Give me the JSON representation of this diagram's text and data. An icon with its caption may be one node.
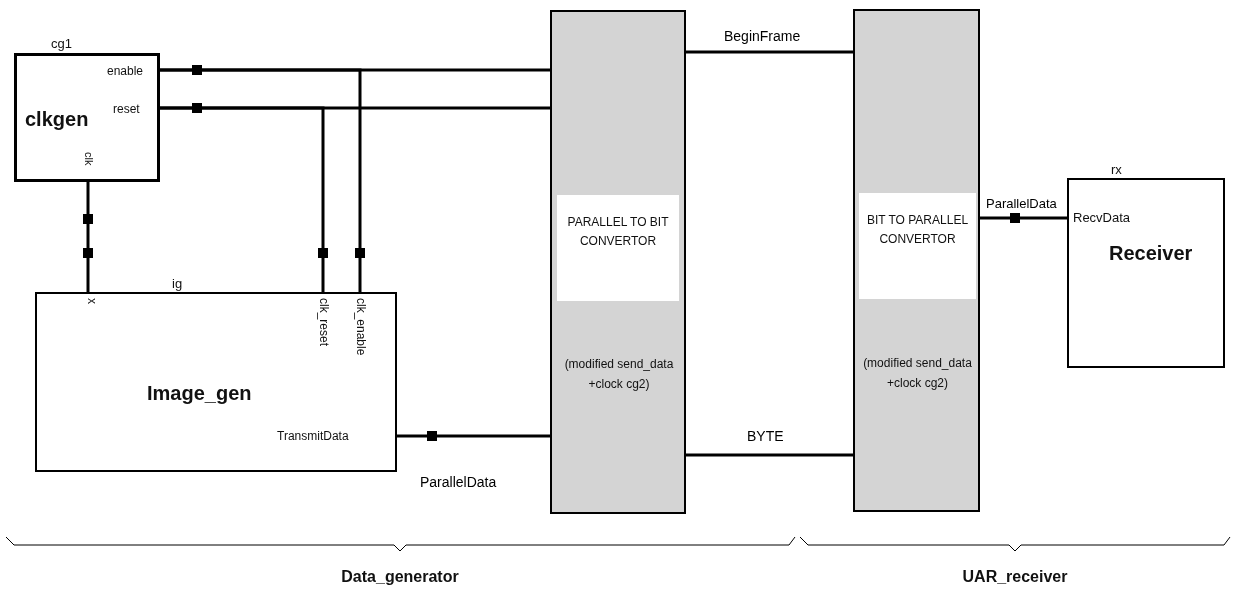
{
  "diagram": {
    "nodes": [
      {
        "text": [
          "enable",
          "reset",
          "clkgen",
          "clk"
        ],
        "beside": [
          "cg1"
        ]
      },
      {
        "text": [
          "x",
          "clk_reset",
          "clk_enable",
          "Image_gen",
          "TransmitData"
        ],
        "beside": [
          "ig"
        ]
      },
      {
        "text": [
          "PARALLEL TO BIT CONVERTOR",
          "(modified send_data +clock cg2)"
        ]
      },
      {
        "text": [
          "BIT TO PARALLEL CONVERTOR",
          "(modified send_data +clock cg2)"
        ]
      },
      {
        "text": [
          "RecvData",
          "Receiver"
        ],
        "beside": [
          "rx"
        ]
      }
    ],
    "edges": [
      {
        "from": 0,
        "to": 2,
        "arrow": "none"
      },
      {
        "from": 0,
        "to": 2,
        "arrow": "none"
      },
      {
        "from": 0,
        "to": 1,
        "arrow": "none"
      },
      {
        "from": 0,
        "to": 1,
        "arrow": "none"
      },
      {
        "from": 0,
        "to": 1,
        "arrow": "none"
      },
      {
        "from": 1,
        "to": 2,
        "arrow": "none",
        "label": "ParallelData"
      },
      {
        "from": 2,
        "to": 3,
        "arrow": "none",
        "label": "BeginFrame"
      },
      {
        "from": 2,
        "to": 3,
        "arrow": "none",
        "label": "BYTE"
      },
      {
        "from": 3,
        "to": 4,
        "arrow": "none",
        "label": "ParallelData"
      }
    ],
    "labels": [
      "Data_generator",
      "UAR_receiver"
    ]
  }
}
